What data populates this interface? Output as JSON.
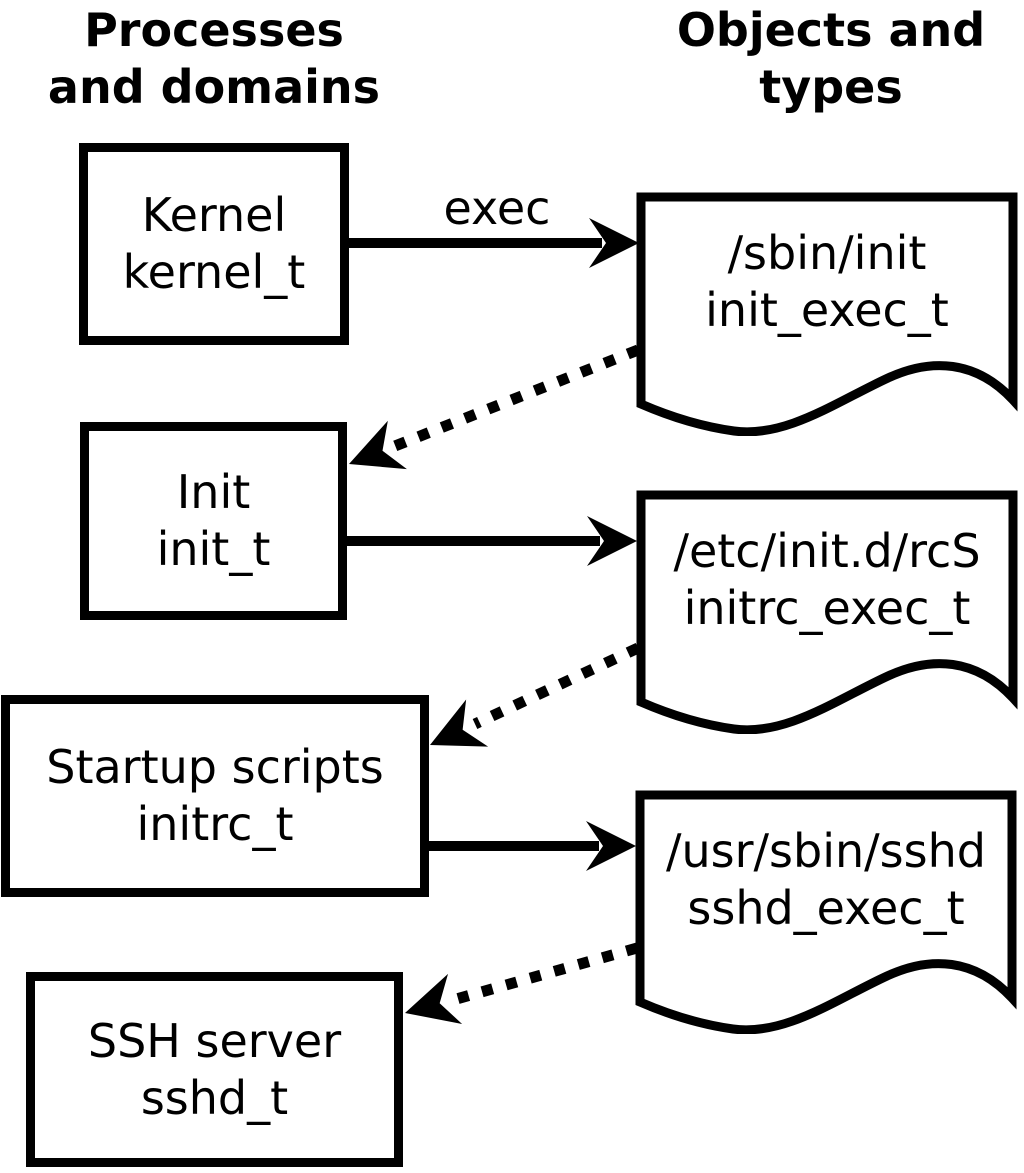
{
  "headers": {
    "left": "Processes\nand domains",
    "right": "Objects and\ntypes"
  },
  "processes": [
    {
      "label": "Kernel",
      "type": "kernel_t"
    },
    {
      "label": "Init",
      "type": "init_t"
    },
    {
      "label": "Startup scripts",
      "type": "initrc_t"
    },
    {
      "label": "SSH server",
      "type": "sshd_t"
    }
  ],
  "objects": [
    {
      "label": "/sbin/init",
      "type": "init_exec_t"
    },
    {
      "label": "/etc/init.d/rcS",
      "type": "initrc_exec_t"
    },
    {
      "label": "/usr/sbin/sshd",
      "type": "sshd_exec_t"
    }
  ],
  "edges": [
    {
      "from": "kernel_t",
      "to": "init_exec_t",
      "style": "solid",
      "label": "exec"
    },
    {
      "from": "init_exec_t",
      "to": "init_t",
      "style": "dotted",
      "label": ""
    },
    {
      "from": "init_t",
      "to": "initrc_exec_t",
      "style": "solid",
      "label": ""
    },
    {
      "from": "initrc_exec_t",
      "to": "initrc_t",
      "style": "dotted",
      "label": ""
    },
    {
      "from": "initrc_t",
      "to": "sshd_exec_t",
      "style": "solid",
      "label": ""
    },
    {
      "from": "sshd_exec_t",
      "to": "sshd_t",
      "style": "dotted",
      "label": ""
    }
  ],
  "colors": {
    "ink": "#000000",
    "background": "#ffffff"
  }
}
